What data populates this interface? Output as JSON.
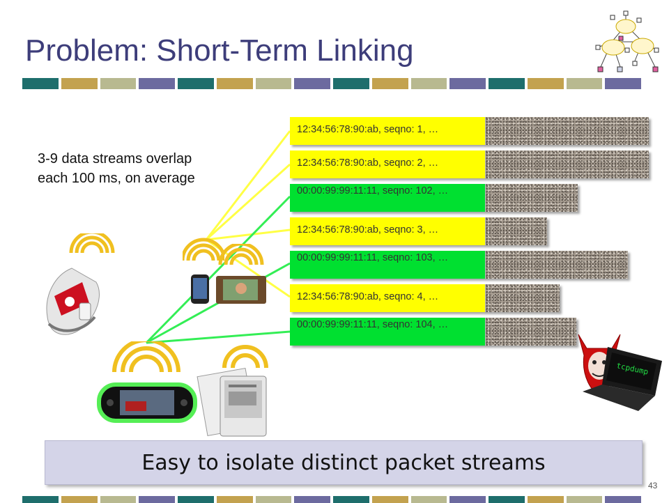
{
  "slide": {
    "title": "Problem: Short-Term Linking",
    "overlap_note": [
      "3-9 data streams overlap",
      "each 100 ms, on average"
    ],
    "stripe_colors": [
      "#1e6e6c",
      "#c3a24f",
      "#b8b990",
      "#6c6a9f"
    ],
    "packets": [
      {
        "header": "12:34:56:78:90:ab, seqno: 1, …",
        "color": "#ffff00"
      },
      {
        "header": "12:34:56:78:90:ab, seqno: 2, …",
        "color": "#ffff00"
      },
      {
        "header": "00:00:99:99:11:11, seqno: 102, …",
        "color": "#00e030"
      },
      {
        "header": "12:34:56:78:90:ab, seqno: 3, …",
        "color": "#ffff00"
      },
      {
        "header": "00:00:99:99:11:11, seqno: 103, …",
        "color": "#00e030"
      },
      {
        "header": "12:34:56:78:90:ab, seqno: 4, …",
        "color": "#ffff00"
      },
      {
        "header": "00:00:99:99:11:11, seqno: 104, …",
        "color": "#00e030"
      }
    ],
    "callout": "Easy to isolate distinct packet streams",
    "page_number": "43",
    "laptop_screen_text": "tcpdump",
    "devices": [
      "running-shoe-sensor-icon",
      "phone-icon",
      "photo-frame-icon",
      "handheld-console-icon",
      "ebook-reader-icon",
      "laptop-icon",
      "devil-mascot-icon",
      "network-diagram-icon"
    ]
  }
}
